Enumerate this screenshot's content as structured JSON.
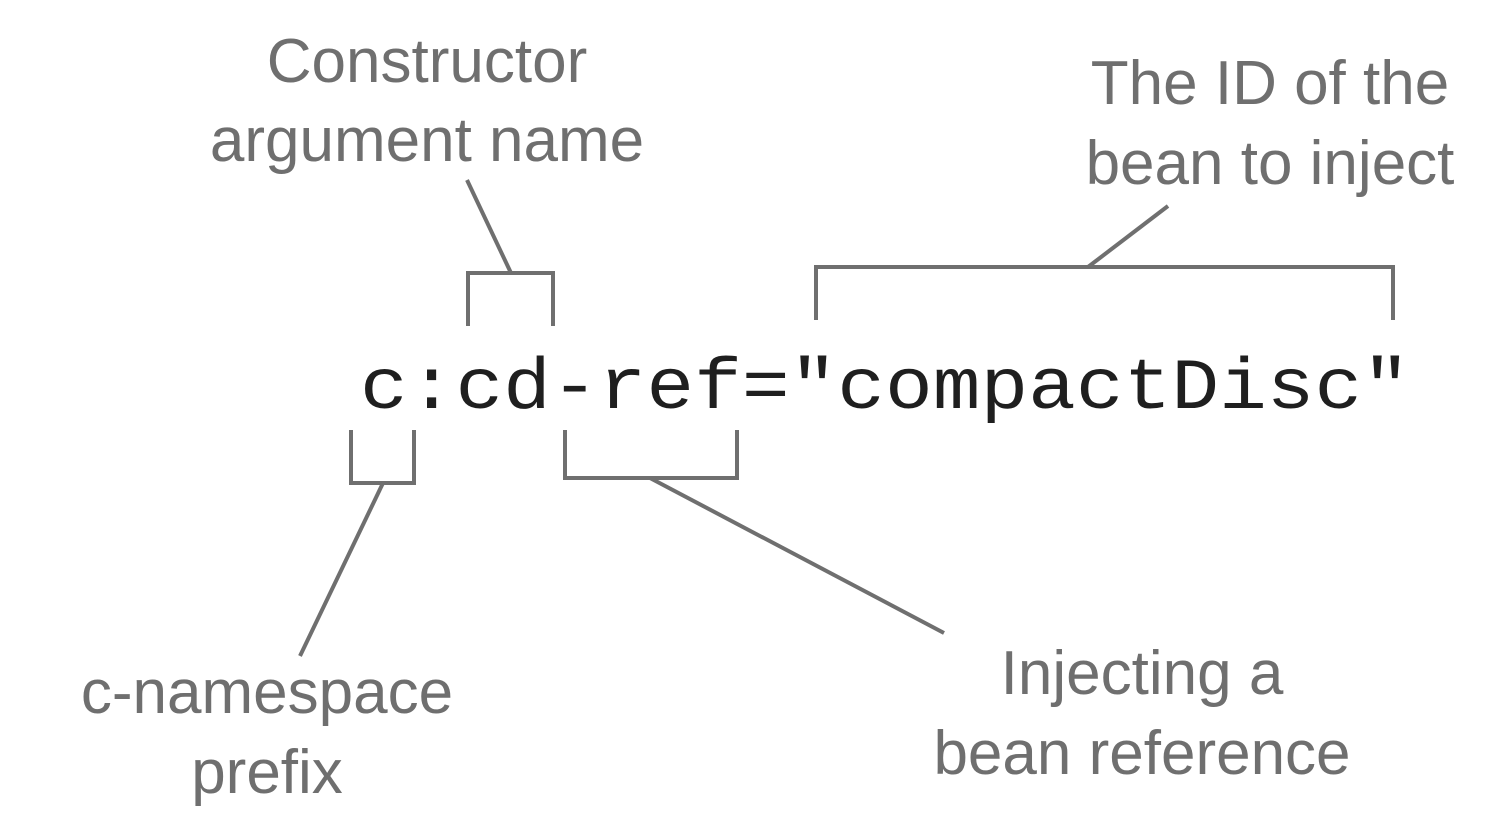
{
  "code": {
    "text": "c:cd-ref=\"compactDisc\""
  },
  "annotations": {
    "constructor_arg": {
      "line1": "Constructor",
      "line2": "argument name"
    },
    "bean_id": {
      "line1": "The ID of the",
      "line2": "bean to inject"
    },
    "namespace_prefix": {
      "line1": "c-namespace",
      "line2": "prefix"
    },
    "bean_reference": {
      "line1": "Injecting a",
      "line2": "bean reference"
    }
  },
  "colors": {
    "label": "#6f6f6f",
    "code": "#1f1f1f",
    "background": "#ffffff"
  }
}
